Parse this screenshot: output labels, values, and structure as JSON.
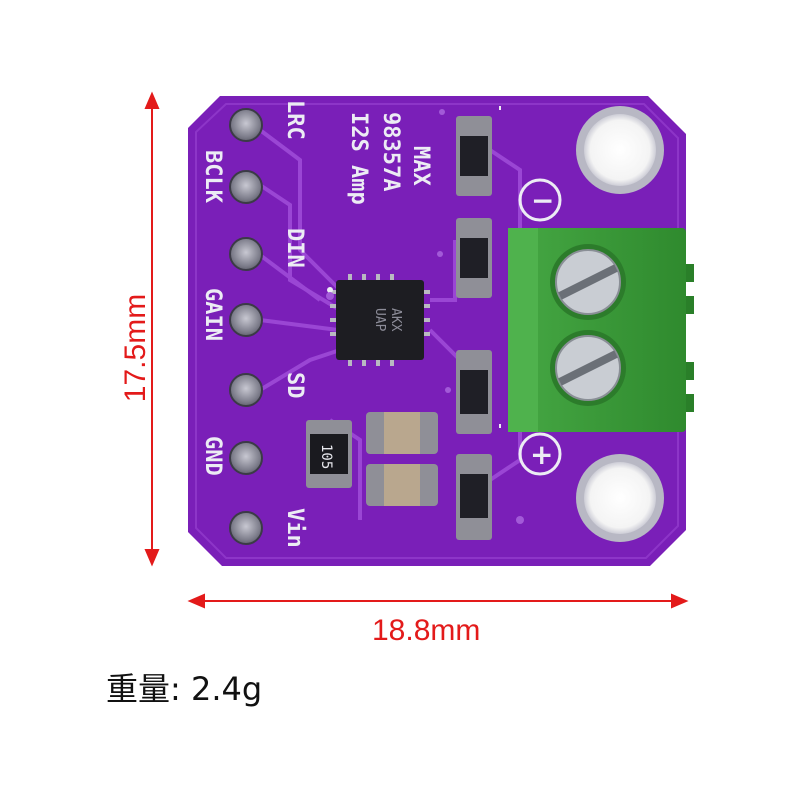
{
  "dimensions": {
    "height_label": "17.5mm",
    "width_label": "18.8mm",
    "color": "#e31a1a"
  },
  "weight": {
    "label": "重量:",
    "value": "2.4g"
  },
  "board": {
    "color": "#7a1fb8",
    "chip_title": [
      "MAX",
      "98357A",
      "I2S Amp"
    ],
    "pins": [
      "LRC",
      "BCLK",
      "DIN",
      "GAIN",
      "SD",
      "GND",
      "Vin"
    ],
    "resistor_code": "105",
    "chip_marking": [
      "AKX",
      "UAP"
    ],
    "polarity_minus": "−",
    "polarity_plus": "+",
    "terminal_color": "#3c9a3a"
  }
}
